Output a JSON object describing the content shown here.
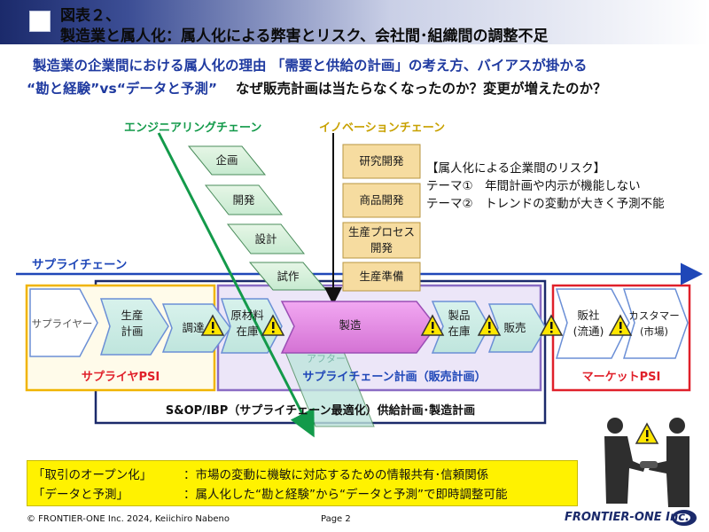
{
  "header": {
    "figure_no": "図表２、",
    "title": "製造業と属人化：属人化による弊害とリスク、会社間･組織間の調整不足"
  },
  "subtitle": {
    "line1": "製造業の企業間における属人化の理由 「需要と供給の計画」の考え方、バイアスが掛かる",
    "line2_quote": "“勘と経験”vs“データと予測”",
    "line2_rest": "なぜ販売計画は当たらなくなったのか？変更が増えたのか？"
  },
  "chains": {
    "engineering": "エンジニアリングチェーン",
    "innovation": "イノベーションチェーン",
    "supply": "サプライチェーン"
  },
  "engineering_steps": [
    "企画",
    "開発",
    "設計",
    "試作"
  ],
  "innovation_steps": [
    "研究開発",
    "商品開発",
    "生産プロセス\n開発",
    "生産準備"
  ],
  "risk": {
    "title": "【属人化による企業間のリスク】",
    "theme1": "テーマ①　年間計画や内示が機能しない",
    "theme2": "テーマ②　トレンドの変動が大きく予測不能"
  },
  "supply_steps": {
    "supplier": "サプライヤー",
    "production_plan": "生産\n計画",
    "procurement": "調達",
    "material_stock": "原材料\n在庫",
    "manufacturing": "製造",
    "product_stock": "製品\n在庫",
    "sales": "販売",
    "distributor": "販社\n(流通)",
    "customer": "カスタマー\n(市場)",
    "after": "アフター"
  },
  "boxes": {
    "supplier_psi": "サプライヤPSI",
    "supply_chain_plan": "サプライチェーン計画（販売計画）",
    "market_psi": "マーケットPSI",
    "sop": "S&OP/IBP（サプライチェーン最適化）供給計画･製造計画"
  },
  "notes": {
    "row1_key": "「取引のオープン化」",
    "row1_val": "：市場の変動に機敏に対応するための情報共有･信頼関係",
    "row2_key": "「データと予測」",
    "row2_val": "：属人化した“勘と経験”から“データと予測”で即時調整可能"
  },
  "footer": {
    "copyright": "© FRONTIER-ONE Inc. 2024,  Keiichiro Nabeno",
    "page": "Page 2",
    "logo": "FRONTIER-ONE Inc."
  },
  "colors": {
    "navy": "#1b2a6b",
    "engineering_green": "#139a4a",
    "innovation_gold": "#c8a100",
    "supplier_box": "#f0b400",
    "supply_box": "#8a6cc4",
    "market_box": "#e0202a",
    "sop_box": "#1b2a6b",
    "warning": "#ffe600"
  }
}
